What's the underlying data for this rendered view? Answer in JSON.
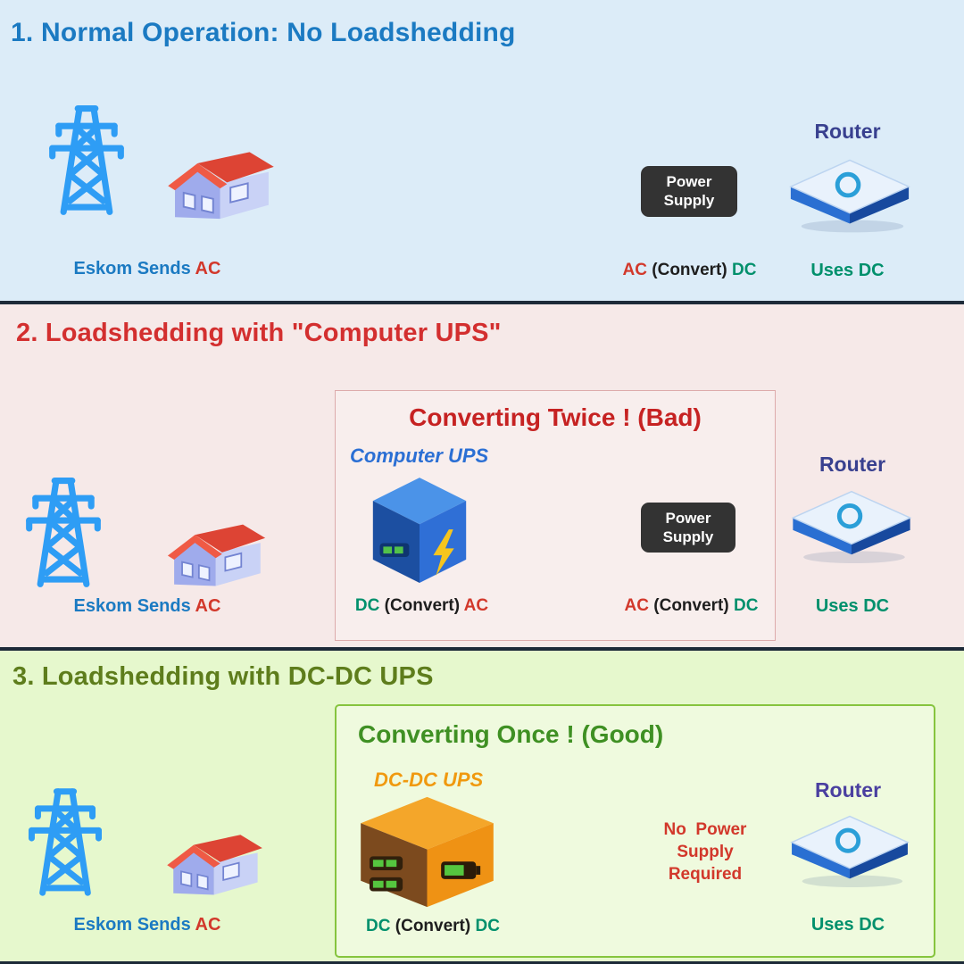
{
  "colors": {
    "section1_bg": "#dcecf8",
    "section2_bg": "#f6e9e8",
    "section3_bg": "#e6f8cd",
    "divider": "#1d2a38",
    "blue_text": "#1b7ac2",
    "red_text": "#d2382b",
    "teal_text": "#00906c",
    "indigo_text": "#38408f",
    "olive_text": "#5e7d1c",
    "green_text": "#3f9023",
    "orange_text": "#f0990f",
    "power_supply_box": "#333333",
    "pylon_blue": "#2e9df5"
  },
  "section1": {
    "title": "1. Normal Operation: No Loadshedding",
    "eskom": {
      "prefix": "Eskom Sends",
      "ac": "AC"
    },
    "power_supply": {
      "line1": "Power",
      "line2": "Supply"
    },
    "ps_convert": {
      "from": "AC",
      "mid": "(Convert)",
      "to": "DC"
    },
    "router": {
      "label": "Router",
      "uses": "Uses DC"
    }
  },
  "section2": {
    "title": "2. Loadshedding with \"Computer UPS\"",
    "callout": {
      "title": "Converting Twice ! (Bad)",
      "ups_name": "Computer UPS",
      "ups_convert": {
        "from": "DC",
        "mid": "(Convert)",
        "to": "AC"
      }
    },
    "power_supply": {
      "line1": "Power",
      "line2": "Supply"
    },
    "ps_convert": {
      "from": "AC",
      "mid": "(Convert)",
      "to": "DC"
    },
    "eskom": {
      "prefix": "Eskom Sends",
      "ac": "AC"
    },
    "router": {
      "label": "Router",
      "uses": "Uses DC"
    }
  },
  "section3": {
    "title": "3. Loadshedding with DC-DC UPS",
    "callout": {
      "title": "Converting Once ! (Good)",
      "ups_name": "DC-DC UPS",
      "ups_convert": {
        "from": "DC",
        "mid": "(Convert)",
        "to": "DC"
      },
      "no_power_supply": {
        "line1": "No  Power",
        "line2": "Supply",
        "line3": "Required"
      }
    },
    "eskom": {
      "prefix": "Eskom Sends",
      "ac": "AC"
    },
    "router": {
      "label": "Router",
      "uses": "Uses DC"
    }
  }
}
